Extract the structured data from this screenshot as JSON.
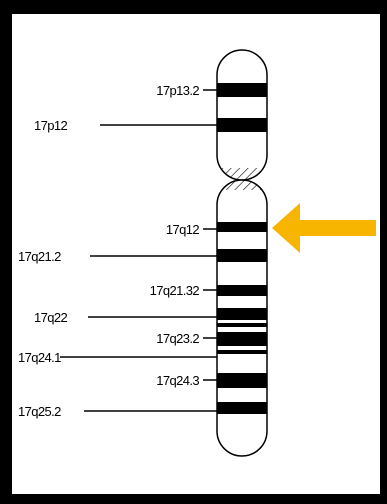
{
  "figure": {
    "chromosome": "17",
    "colors": {
      "border": "#000000",
      "band": "#000000",
      "background": "#ffffff",
      "arrow": "#f7b500"
    },
    "arrow": {
      "icon": "left-arrow-icon",
      "points_to": "17q12"
    },
    "labels": [
      {
        "id": "17p13-2",
        "text": "17p13.2"
      },
      {
        "id": "17p12",
        "text": "17p12"
      },
      {
        "id": "17q12",
        "text": "17q12"
      },
      {
        "id": "17q21-2",
        "text": "17q21.2"
      },
      {
        "id": "17q21-32",
        "text": "17q21.32"
      },
      {
        "id": "17q22",
        "text": "17q22"
      },
      {
        "id": "17q23-2",
        "text": "17q23.2"
      },
      {
        "id": "17q24-1",
        "text": "17q24.1"
      },
      {
        "id": "17q24-3",
        "text": "17q24.3"
      },
      {
        "id": "17q25-2",
        "text": "17q25.2"
      }
    ]
  }
}
